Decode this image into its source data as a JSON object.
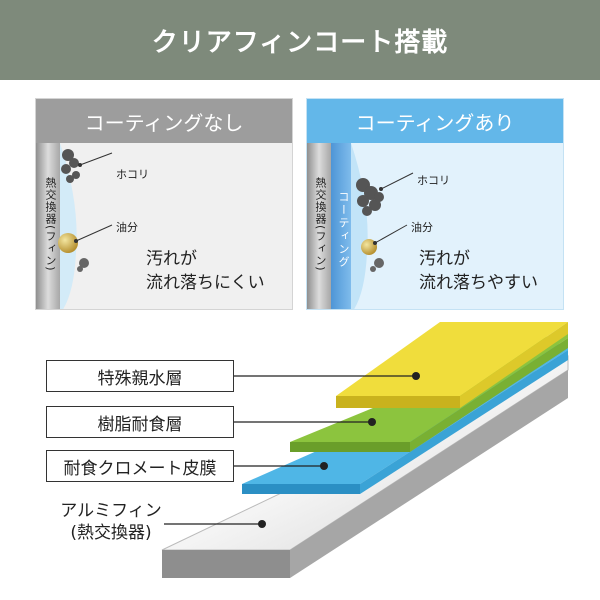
{
  "header": {
    "title": "クリアフィンコート搭載",
    "color": "#7e8a7b"
  },
  "panels": {
    "without": {
      "heading": "コーティングなし",
      "fin_label": "熱交換器(フィン)",
      "dust_label": "ホコリ",
      "oil_label": "油分",
      "result_line1": "汚れが",
      "result_line2": "流れ落ちにくい",
      "color": "#9d9d9d"
    },
    "with": {
      "heading": "コーティングあり",
      "fin_label": "熱交換器(フィン)",
      "coating_label": "コーティング",
      "dust_label": "ホコリ",
      "oil_label": "油分",
      "result_line1": "汚れが",
      "result_line2": "流れ落ちやすい",
      "color": "#63b7e9"
    }
  },
  "layers": [
    {
      "label": "特殊親水層",
      "color": "#f0dd3c"
    },
    {
      "label": "樹脂耐食層",
      "color": "#8cc43e"
    },
    {
      "label": "耐食クロメート皮膜",
      "color": "#4fb6e6"
    },
    {
      "label_line1": "アルミフィン",
      "label_line2": "(熱交換器)",
      "color": "#dcdcdc"
    }
  ]
}
